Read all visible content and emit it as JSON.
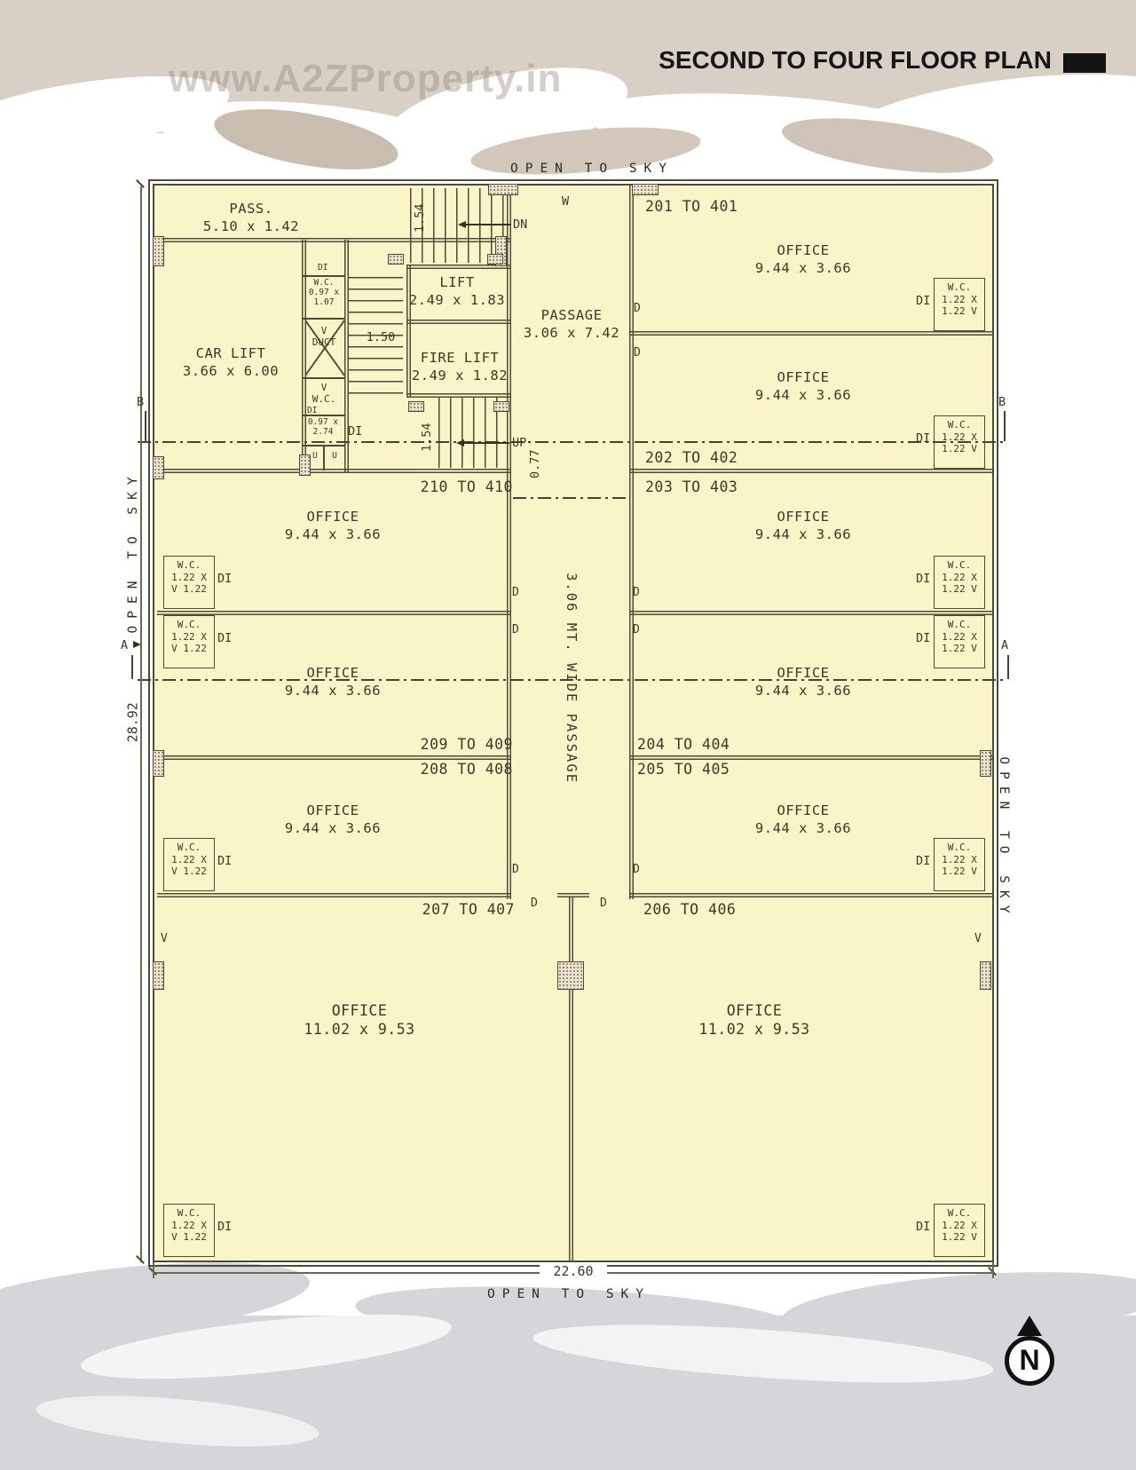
{
  "page": {
    "title": "SECOND TO FOUR FLOOR PLAN",
    "watermark_url": "www.A2ZProperty.in",
    "brand_letters": [
      "A",
      "2",
      "Z",
      "P",
      "r",
      "o",
      "p",
      "e",
      "r",
      "t",
      "y"
    ]
  },
  "plan": {
    "open_to_sky": "OPEN TO SKY",
    "rooms": {
      "pass": {
        "name": "PASS.",
        "dim": "5.10 x 1.42"
      },
      "car_lift": {
        "name": "CAR LIFT",
        "dim": "3.66 x 6.00"
      },
      "lift": {
        "name": "LIFT",
        "dim": "2.49 x 1.83"
      },
      "fire_lift": {
        "name": "FIRE LIFT",
        "dim": "2.49 x 1.82"
      },
      "passage": {
        "name": "PASSAGE",
        "dim": "3.06 x 7.42"
      },
      "wide_passage": "3.06 MT. WIDE PASSAGE",
      "office_std": {
        "name": "OFFICE",
        "dim": "9.44 x 3.66"
      },
      "office_big": {
        "name": "OFFICE",
        "dim": "11.02 x 9.53"
      },
      "duct": {
        "vent": "V",
        "name": "DUCT"
      },
      "shaft_wc": {
        "vent": "V",
        "name": "W.C."
      },
      "wc_top": {
        "name": "W.C.",
        "dim1": "0.97 x",
        "dim2": "1.07"
      },
      "wc_shaft": {
        "dim1": "0.97 x",
        "dim2": "2.74"
      },
      "wc_left": {
        "name": "W.C.",
        "l2": "1.22 X",
        "l3": "V 1.22"
      },
      "wc_right": {
        "name": "W.C.",
        "l2": "1.22 X",
        "l3": "1.22 V"
      }
    },
    "units": {
      "u201": "201 TO 401",
      "u202": "202 TO 402",
      "u203": "203 TO 403",
      "u204": "204 TO 404",
      "u205": "205 TO 405",
      "u206": "206 TO 406",
      "u207": "207 TO 407",
      "u208": "208 TO 408",
      "u209": "209 TO 409",
      "u210": "210 TO 410"
    },
    "dims": {
      "stair": "1.54",
      "stair_width": "1.50",
      "landing": "0.77",
      "overall_h": "28.92",
      "overall_w": "22.60"
    },
    "markers": {
      "north": "N",
      "up": "UP",
      "down": "DN",
      "west": "W",
      "door": "D",
      "door_small": "DI",
      "vent": "V",
      "urinal": "U",
      "section_a": "A",
      "section_b": "B"
    }
  },
  "colors": {
    "plan_fill": "#f9f5c8",
    "wall": "#4c4c34",
    "band_top": "#d9d0c5",
    "band_bottom": "#d6d6da",
    "brand_palette": [
      "#d95f43",
      "#76b04a",
      "#cf4a38",
      "#5b7fd4",
      "#5b7fd4",
      "#4a6fd0",
      "#e6c04a",
      "#7ab65a",
      "#e6c04a",
      "#7ab65a",
      "#6aa84f"
    ]
  }
}
